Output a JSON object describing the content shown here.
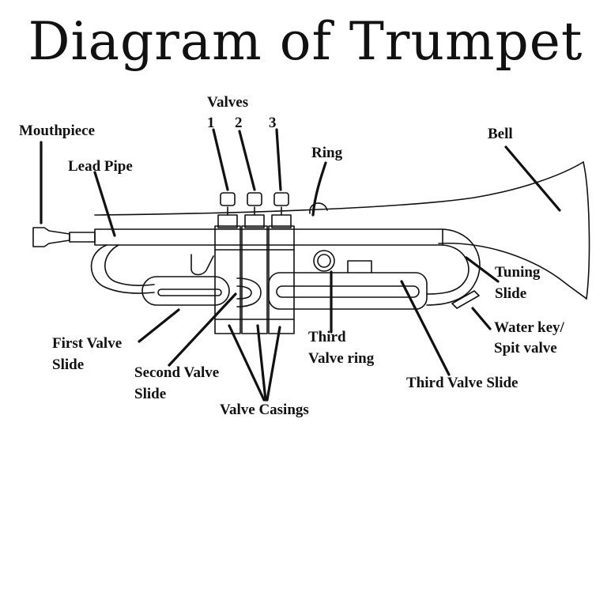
{
  "title": "Diagram of Trumpet",
  "labels": {
    "valves": "Valves",
    "valve_1": "1",
    "valve_2": "2",
    "valve_3": "3",
    "mouthpiece": "Mouthpiece",
    "lead_pipe": "Lead Pipe",
    "ring": "Ring",
    "bell": "Bell",
    "tuning_slide_l1": "Tuning",
    "tuning_slide_l2": "Slide",
    "water_key_l1": "Water key/",
    "water_key_l2": "Spit valve",
    "first_valve_slide_l1": "First Valve",
    "first_valve_slide_l2": "Slide",
    "second_valve_slide_l1": "Second Valve",
    "second_valve_slide_l2": "Slide",
    "third_valve_ring_l1": "Third",
    "third_valve_ring_l2": "Valve ring",
    "third_valve_slide": "Third Valve Slide",
    "valve_casings": "Valve Casings"
  },
  "colors": {
    "ink": "#111111",
    "background": "#ffffff"
  }
}
